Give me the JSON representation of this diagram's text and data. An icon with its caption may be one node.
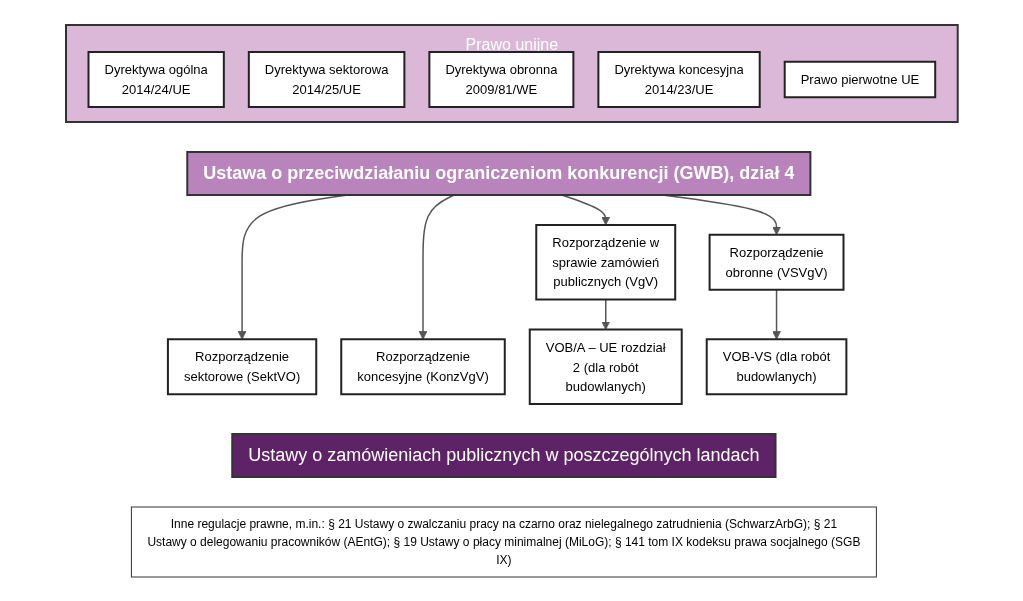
{
  "diagram": {
    "nodes": [
      {
        "text": [
          "Prawo unijne"
        ]
      },
      {
        "text": [
          "Dyrektywa ogólna 2014/24/UE"
        ],
        "in": 0
      },
      {
        "text": [
          "Dyrektywa sektorowa 2014/25/UE"
        ],
        "in": 0
      },
      {
        "text": [
          "Dyrektywa obronna 2009/81/WE"
        ],
        "in": 0
      },
      {
        "text": [
          "Dyrektywa koncesyjna 2014/23/UE"
        ],
        "in": 0
      },
      {
        "text": [
          "Prawo pierwotne UE"
        ],
        "in": 0
      },
      {
        "text": [
          "Ustawa o przeciwdziałaniu ograniczeniom konkurencji (GWB), dział 4"
        ]
      },
      {
        "text": [
          "Rozporządzenie w sprawie zamówień publicznych (VgV)"
        ]
      },
      {
        "text": [
          "Rozporządzenie sektorowe (SektVO)"
        ]
      },
      {
        "text": [
          "Rozporządzenie koncesyjne (KonzVgV)"
        ]
      },
      {
        "text": [
          "Rozporządzenie obronne (VSVgV)"
        ]
      },
      {
        "text": [
          "VOB/A – UE rozdział 2 (dla robót budowlanych)"
        ]
      },
      {
        "text": [
          "VOB-VS (dla robót budowlanych)"
        ]
      },
      {
        "text": [
          "Ustawy o zamówieniach publicznych w poszczególnych landach"
        ]
      },
      {
        "text": [
          "Inne regulacje prawne, m.in.: § 21 Ustawy o zwalczaniu pracy na czarno oraz nielegalnego zatrudnienia (SchwarzArbG); § 21 Ustawy o delegowaniu pracowników (AEntG); § 19 Ustawy o płacy minimalnej (MiLoG); § 141 tom IX kodeksu prawa socjalnego (SGB IX)"
        ]
      }
    ],
    "edges": [
      {
        "from": 6,
        "to": 7,
        "arrow": "to"
      },
      {
        "from": 6,
        "to": 8,
        "arrow": "to"
      },
      {
        "from": 6,
        "to": 9,
        "arrow": "to"
      },
      {
        "from": 6,
        "to": 10,
        "arrow": "to"
      },
      {
        "from": 7,
        "to": 11,
        "arrow": "to"
      },
      {
        "from": 10,
        "to": 12,
        "arrow": "to"
      }
    ]
  }
}
